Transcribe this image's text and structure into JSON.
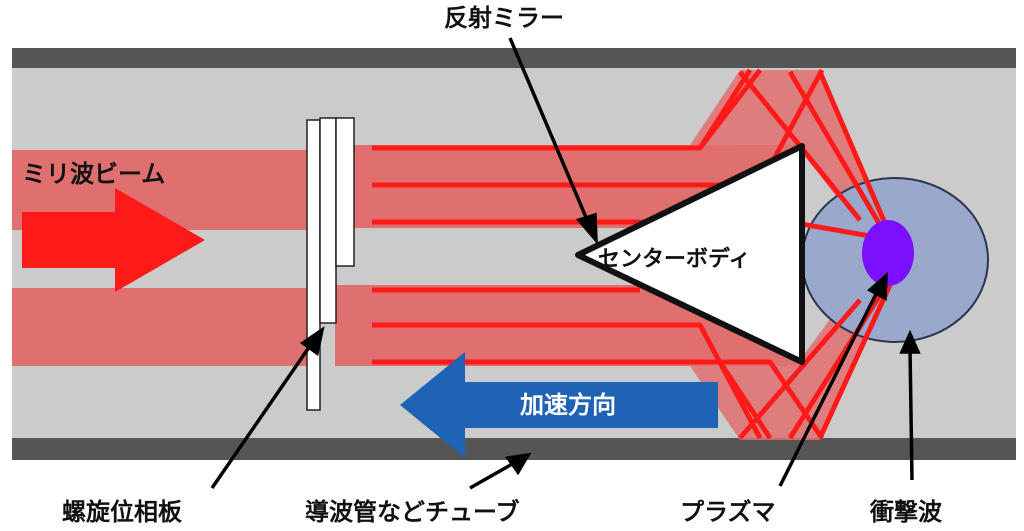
{
  "labels": {
    "reflector": "反射ミラー",
    "mmwave": "ミリ波ビーム",
    "centerbody": "センターボディ",
    "direction": "加速方向",
    "waveplate": "螺旋位相板",
    "waveguide": "導波管などチューブ",
    "plasma": "プラズマ",
    "shockwave": "衝撃波"
  },
  "colors": {
    "tube_wall": "#555555",
    "tube_interior": "#cbcbcb",
    "beam_fill": "#e07070",
    "beam_line": "#ff1a1a",
    "arrow_red": "#ff1a1a",
    "arrow_blue": "#1f63b4",
    "shockwave_fill": "#9aa8cc",
    "plasma_fill": "#7a10ff",
    "centerbody_fill": "#ffffff"
  }
}
